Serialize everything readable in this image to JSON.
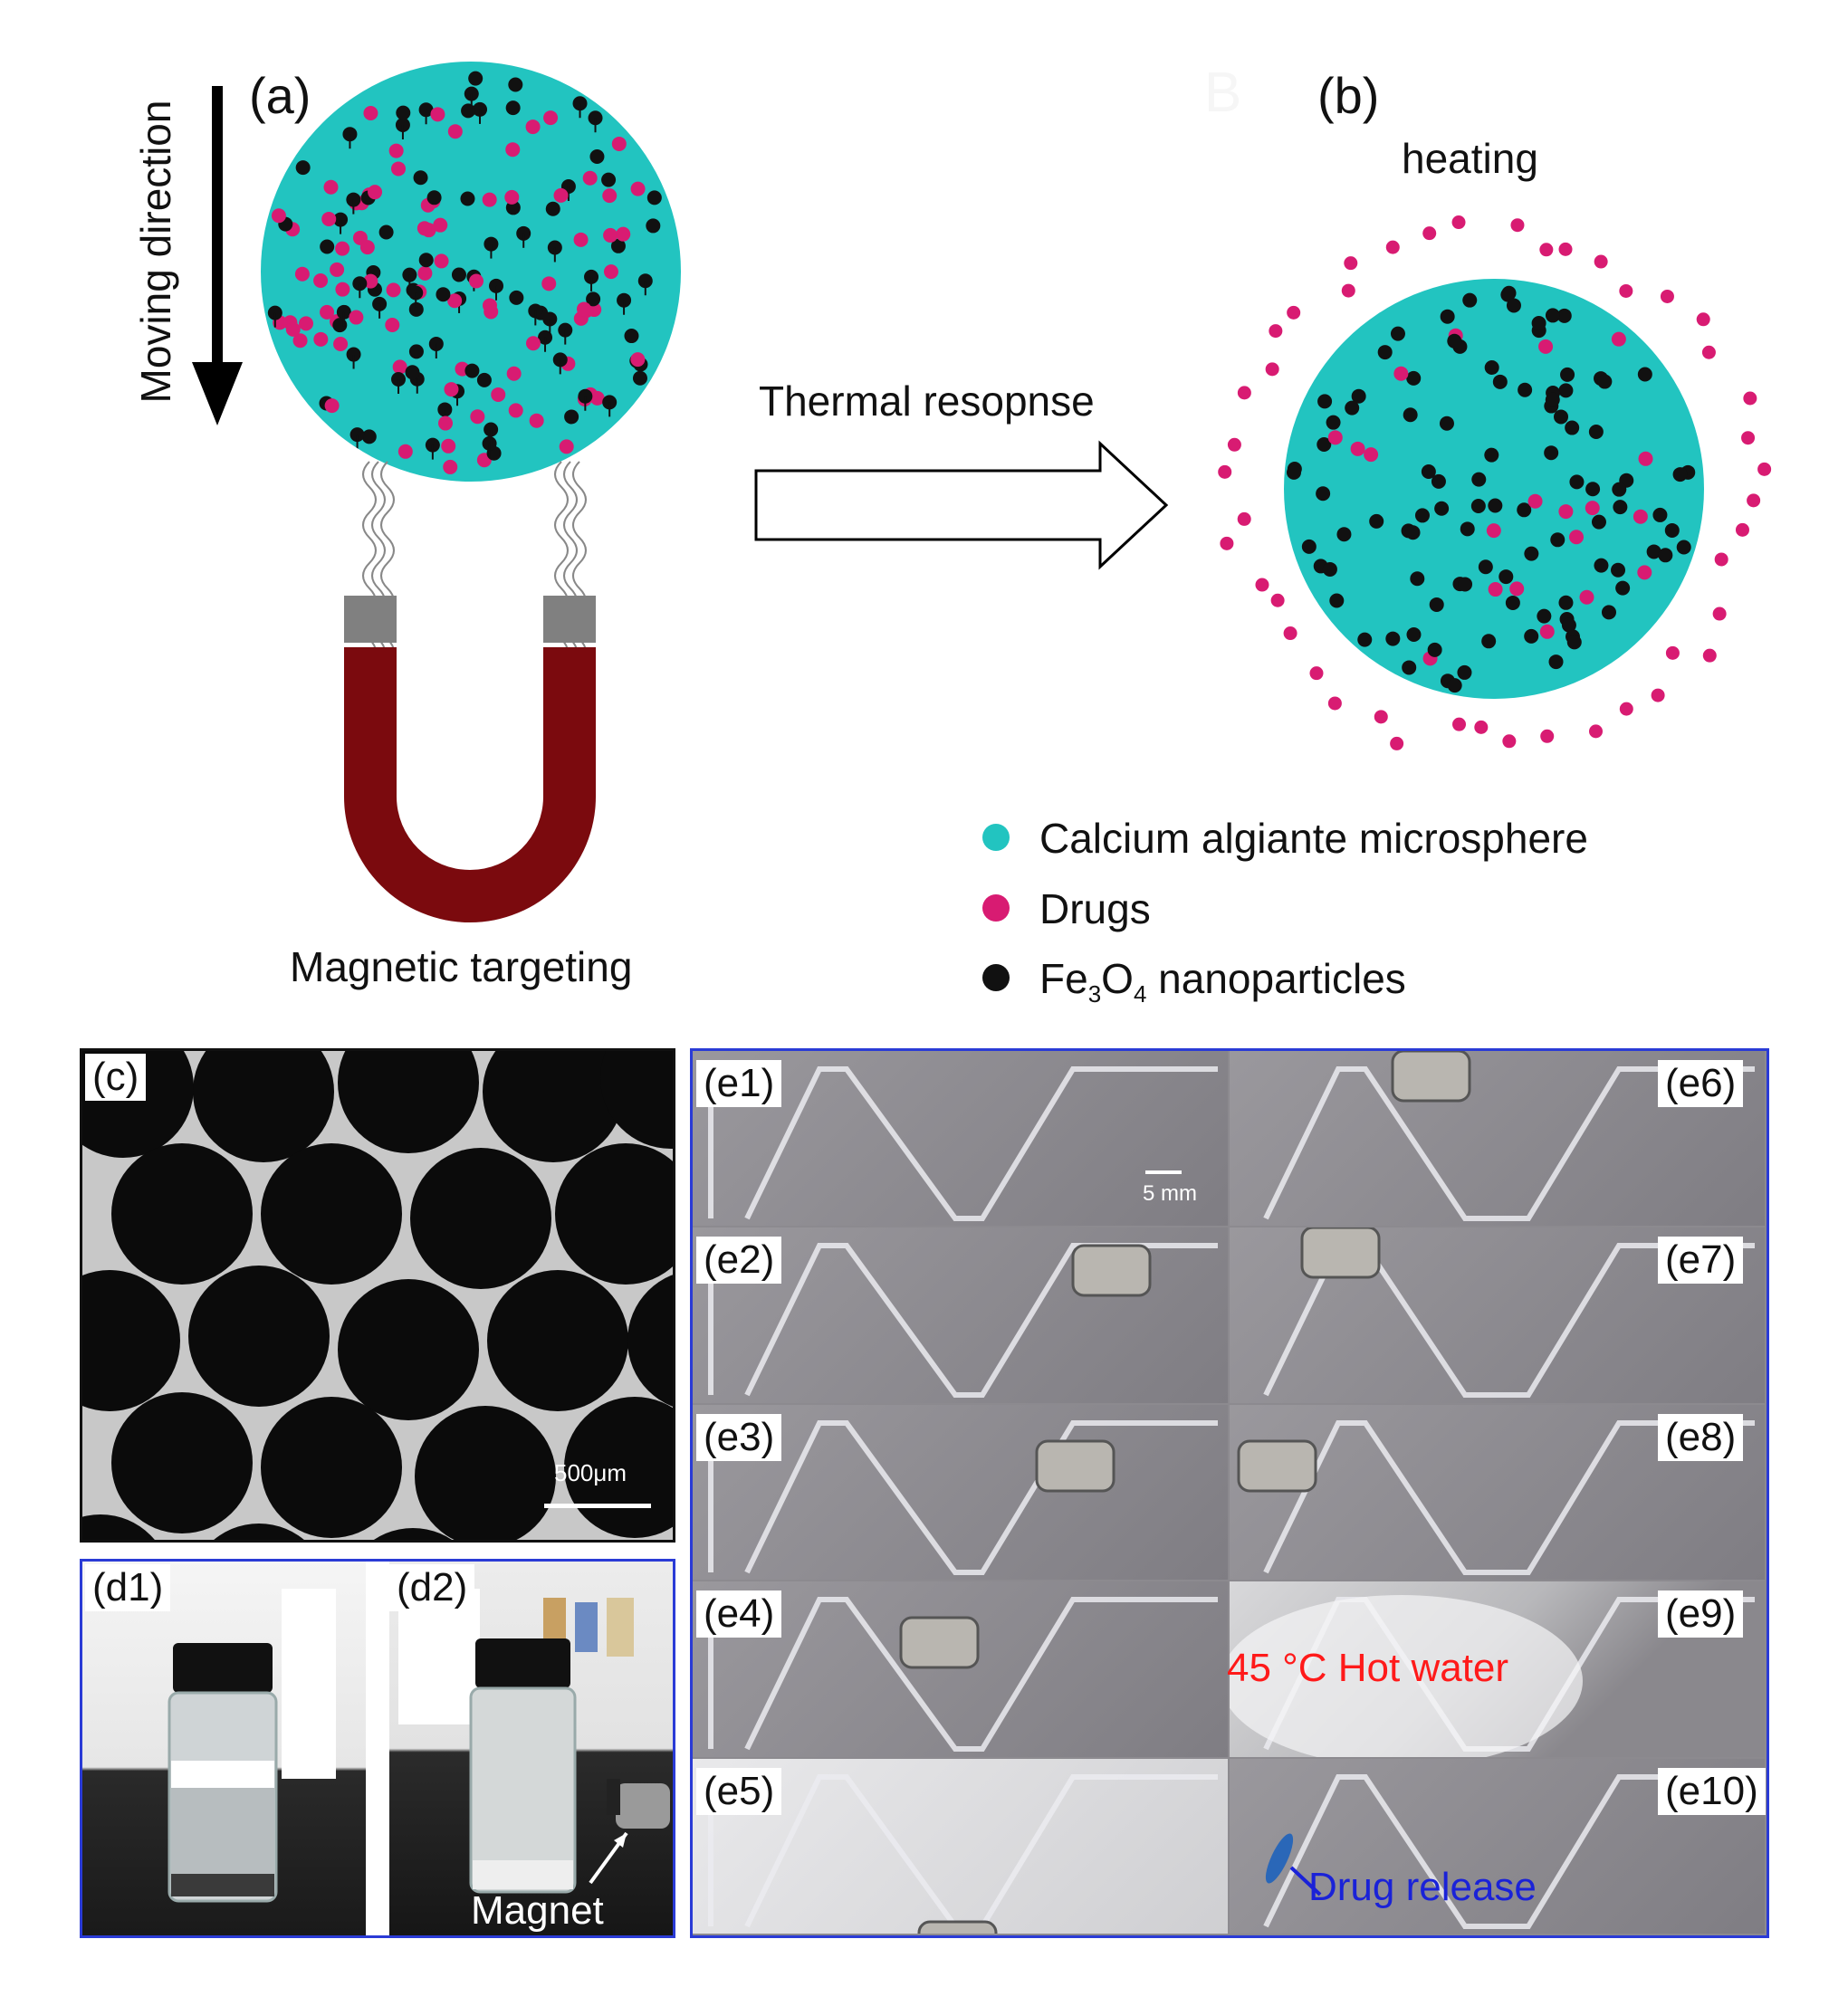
{
  "top": {
    "panel_a_label": "(a)",
    "panel_b_label": "(b)",
    "faint_mark": "B",
    "moving_direction": "Moving direction",
    "thermal_response": "Thermal resopnse",
    "heating": "heating",
    "magnetic_targeting": "Magnetic targeting"
  },
  "legend": {
    "items": [
      {
        "label": "Calcium algiante microsphere",
        "color": "#22c4c0"
      },
      {
        "label": "Drugs",
        "color": "#d81b72"
      },
      {
        "label_main": "Fe",
        "sub1": "3",
        "mid": "O",
        "sub2": "4",
        "rest": " nanoparticles",
        "color": "#111111"
      }
    ]
  },
  "colors": {
    "microsphere": "#22c4c0",
    "drug": "#d81b72",
    "nanoparticle": "#111111",
    "magnet": "#7b0a0e",
    "magnet_pole": "#808080",
    "panel_border": "#2a3bd6"
  },
  "panel_c": {
    "label": "(c)",
    "scale_bar": "500μm"
  },
  "panel_d": {
    "d1_label": "(d1)",
    "d2_label": "(d2)",
    "magnet_label": "Magnet"
  },
  "panel_e": {
    "labels": [
      "(e1)",
      "(e2)",
      "(e3)",
      "(e4)",
      "(e5)",
      "(e6)",
      "(e7)",
      "(e8)",
      "(e9)",
      "(e10)"
    ],
    "scale_bar": "5 mm",
    "hot_water": "45 °C Hot water",
    "drug_release": "Drug release"
  }
}
